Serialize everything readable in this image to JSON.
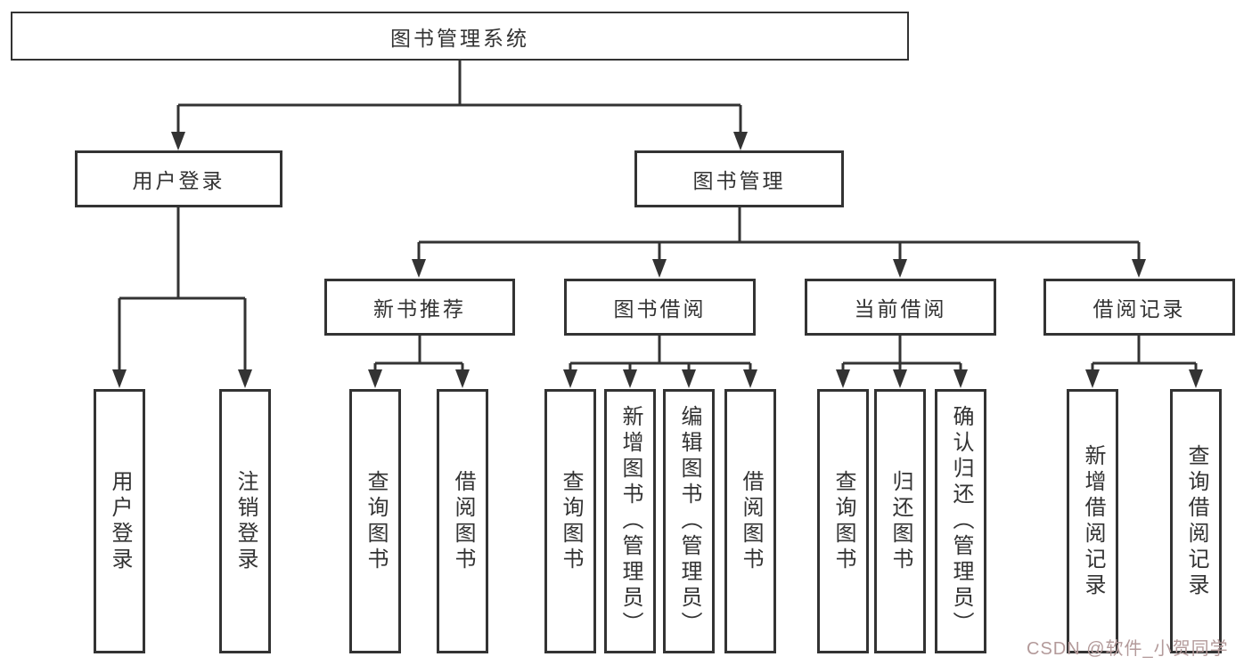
{
  "tree": {
    "root": {
      "label": "图书管理系统",
      "children": [
        {
          "label": "用户登录",
          "children": [
            {
              "label": "用户登录"
            },
            {
              "label": "注销登录"
            }
          ]
        },
        {
          "label": "图书管理",
          "children": [
            {
              "label": "新书推荐",
              "children": [
                {
                  "label": "查询图书"
                },
                {
                  "label": "借阅图书"
                }
              ]
            },
            {
              "label": "图书借阅",
              "children": [
                {
                  "label": "查询图书"
                },
                {
                  "label": "新增图书（管理员）"
                },
                {
                  "label": "编辑图书（管理员）"
                },
                {
                  "label": "借阅图书"
                }
              ]
            },
            {
              "label": "当前借阅",
              "children": [
                {
                  "label": "查询图书"
                },
                {
                  "label": "归还图书"
                },
                {
                  "label": "确认归还（管理员）"
                }
              ]
            },
            {
              "label": "借阅记录",
              "children": [
                {
                  "label": "新增借阅记录"
                },
                {
                  "label": "查询借阅记录"
                }
              ]
            }
          ]
        }
      ]
    }
  },
  "watermark": {
    "text": "CSDN @软件_小贺同学"
  },
  "colors": {
    "line": "#333333",
    "text": "#333333",
    "watermark": "#b39a9a",
    "background": "#ffffff"
  }
}
